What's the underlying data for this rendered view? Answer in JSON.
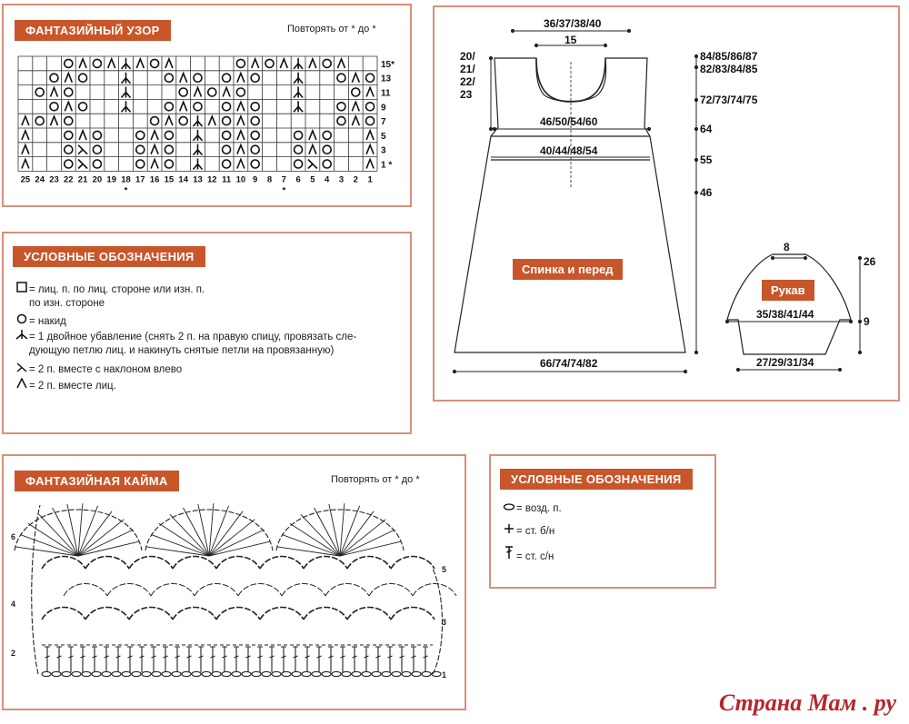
{
  "pattern": {
    "title": "ФАНТАЗИЙНЫЙ УЗОР",
    "repeat": "Повторять от * до *",
    "row_labels": [
      "15*",
      "13",
      "11",
      "9",
      "7",
      "5",
      "3",
      "1 *"
    ],
    "col_labels": [
      "25",
      "24",
      "23",
      "22",
      "21",
      "20",
      "19",
      "18",
      "17",
      "16",
      "15",
      "14",
      "13",
      "12",
      "11",
      "10",
      "9",
      "8",
      "7",
      "6",
      "5",
      "4",
      "3",
      "2",
      "1"
    ],
    "marks": [
      "*",
      "*"
    ]
  },
  "legend1": {
    "title": "УСЛОВНЫЕ ОБОЗНАЧЕНИЯ",
    "items": [
      "= лиц. п. по лиц. стороне или изн. п.",
      "по изн. стороне",
      "= накид",
      "= 1 двойное убавление (снять 2 п. на правую спицу, провязать сле-",
      "дующую петлю лиц. и накинуть снятые петли на провязанную)",
      "= 2 п. вместе с наклоном влево",
      "= 2 п. вместе лиц."
    ],
    "icons": [
      "square-icon",
      "circle-icon",
      "double-decrease-icon",
      "left-lean-decrease-icon",
      "k2tog-icon"
    ]
  },
  "border": {
    "title": "ФАНТАЗИЙНАЯ КАЙМА",
    "repeat": "Повторять от * до *",
    "row_labels": [
      "6",
      "5",
      "4",
      "3",
      "2",
      "1"
    ]
  },
  "legend2": {
    "title": "УСЛОВНЫЕ ОБОЗНАЧЕНИЯ",
    "items": [
      "= возд. п.",
      "= ст. б/н",
      "= ст. с/н"
    ],
    "icons": [
      "chain-icon",
      "sc-icon",
      "dc-icon"
    ]
  },
  "schematic": {
    "body_label": "Спинка и перед",
    "sleeve_label": "Рукав",
    "dims": {
      "neck_top": "36/37/38/40",
      "neck": "15",
      "shoulder_left": [
        "20/",
        "21/",
        "22/",
        "23"
      ],
      "bust": "46/50/54/60",
      "waist": "40/44/48/54",
      "hem": "66/74/74/82",
      "right": [
        "84/85/86/87",
        "82/83/84/85",
        "72/73/74/75",
        "64",
        "55",
        "46"
      ],
      "sleeve_top": "8",
      "sleeve_width": "35/38/41/44",
      "sleeve_bottom": "27/29/31/34",
      "sleeve_h1": "26",
      "sleeve_h2": "9"
    }
  },
  "watermark": "Страна Мам . ру"
}
